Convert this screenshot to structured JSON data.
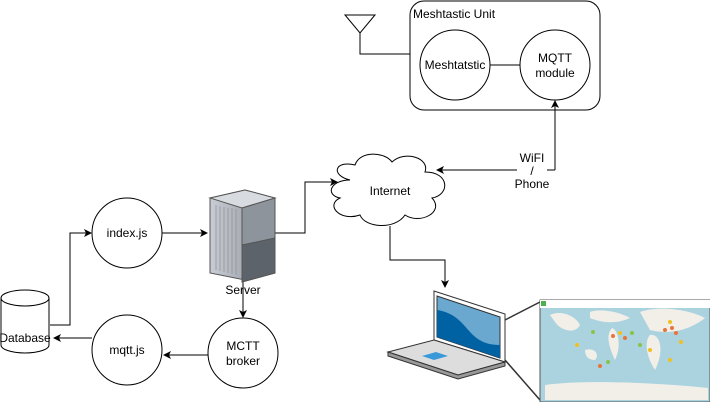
{
  "unit": {
    "title": "Meshtastic Unit",
    "meshtastic": "Meshtatstic",
    "mqtt_line1": "MQTT",
    "mqtt_line2": "module"
  },
  "link": {
    "line1": "WiFI",
    "line2": "/",
    "line3": "Phone"
  },
  "internet": "Internet",
  "server": "Server",
  "index": "index.js",
  "mqttjs": "mqtt.js",
  "broker": {
    "line1": "MCTT",
    "line2": "broker"
  },
  "database": "Database",
  "colors": {
    "screen": "#0062a3",
    "screen_light": "#6aa8d0",
    "map_sea": "#aad3df",
    "map_land": "#f2efe9"
  }
}
